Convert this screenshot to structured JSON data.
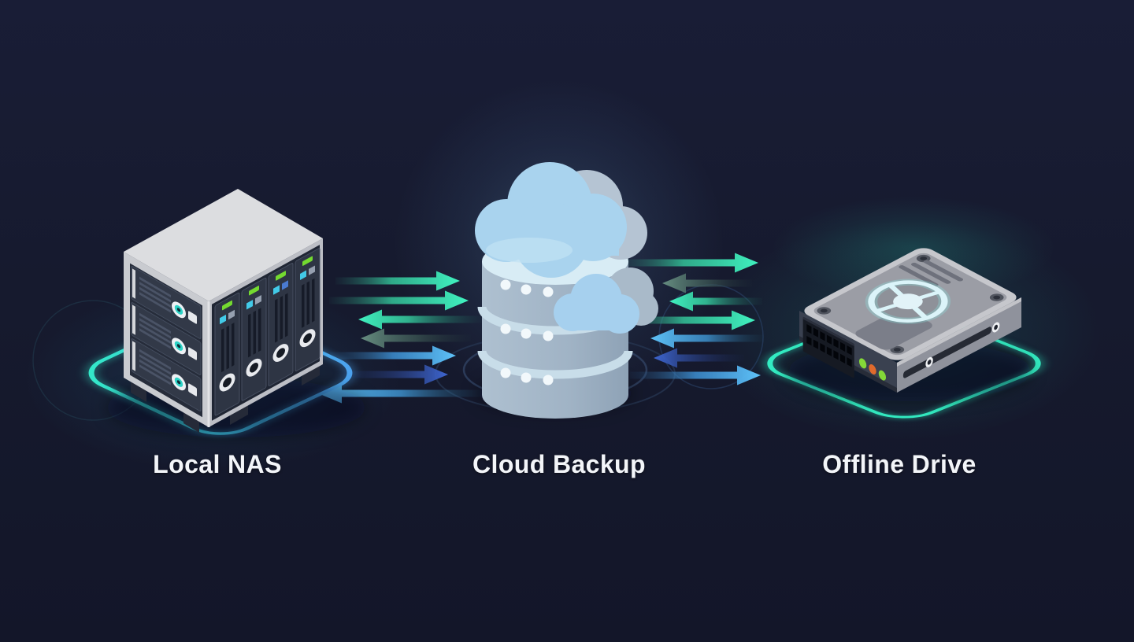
{
  "diagram": {
    "type": "backup-flow",
    "background_color": "#161a2e",
    "nodes": [
      {
        "id": "local-nas",
        "label": "Local NAS",
        "icon": "nas-server-icon"
      },
      {
        "id": "cloud-backup",
        "label": "Cloud Backup",
        "icon": "cloud-database-icon"
      },
      {
        "id": "offline-drive",
        "label": "Offline Drive",
        "icon": "hard-drive-icon"
      }
    ],
    "connections": [
      {
        "from": "Local NAS",
        "to": "Cloud Backup",
        "bidirectional": true,
        "arrows": [
          {
            "direction": "right",
            "color": "#40f2c0"
          },
          {
            "direction": "right",
            "color": "#40f2c0"
          },
          {
            "direction": "left",
            "color": "#40f2c0"
          },
          {
            "direction": "left",
            "color": "#6b9485"
          },
          {
            "direction": "right",
            "color": "#5ec2f8"
          },
          {
            "direction": "right",
            "color": "#3e66d2"
          },
          {
            "direction": "left",
            "color": "#5ec2f8"
          }
        ]
      },
      {
        "from": "Cloud Backup",
        "to": "Offline Drive",
        "bidirectional": true,
        "arrows": [
          {
            "direction": "right",
            "color": "#40f2c0"
          },
          {
            "direction": "left",
            "color": "#6b9485"
          },
          {
            "direction": "left",
            "color": "#40f2c0"
          },
          {
            "direction": "right",
            "color": "#40f2c0"
          },
          {
            "direction": "left",
            "color": "#5ec2f8"
          },
          {
            "direction": "left",
            "color": "#3e66d2"
          },
          {
            "direction": "right",
            "color": "#5ec2f8"
          }
        ]
      }
    ],
    "colors": {
      "arrow_teal": "#40f2c0",
      "arrow_sage": "#6b9485",
      "arrow_sky_blue": "#5ec2f8",
      "arrow_indigo": "#3e66d2",
      "ring_teal": "#33ecc2",
      "ring_blue": "#4e9ef0",
      "nas_led_green": "#74da30",
      "drive_led_green": "#84d838",
      "drive_led_orange": "#e06a2c",
      "label_text": "#f3f5f9"
    }
  }
}
